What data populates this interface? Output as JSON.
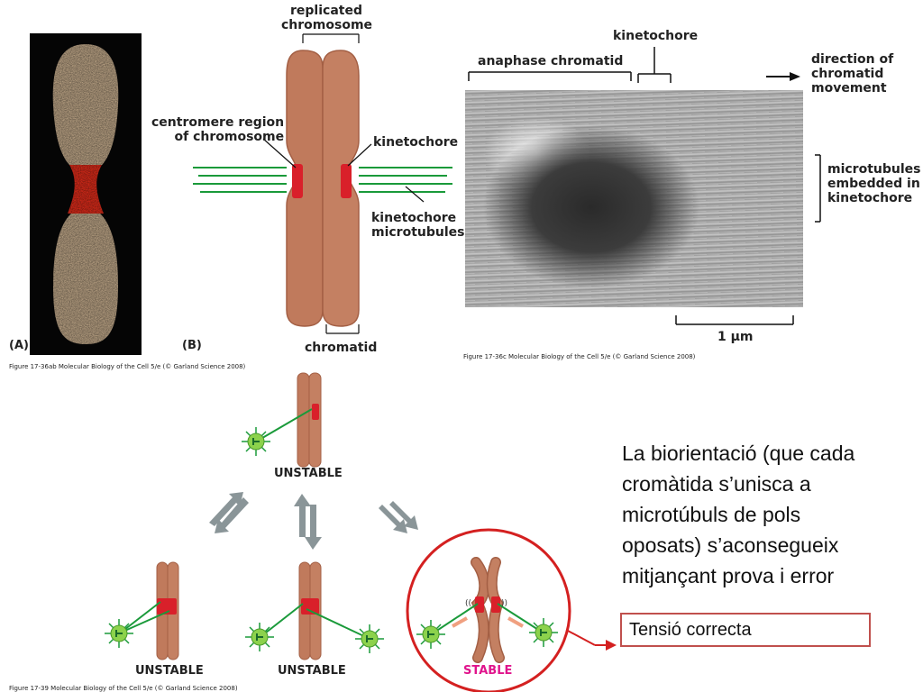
{
  "fig_a": {
    "panel_label": "(A)",
    "credit": "Figure 17-36ab  Molecular Biology of the Cell 5/e (© Garland Science 2008)"
  },
  "fig_b": {
    "panel_label": "(B)",
    "label_replicated": "replicated\nchromosome",
    "label_centromere": "centromere region\nof chromosome",
    "label_kinetochore": "kinetochore",
    "label_kt_microtubules": "kinetochore\nmicrotubules",
    "label_chromatid": "chromatid"
  },
  "fig_c": {
    "label_anaphase": "anaphase chromatid",
    "label_kinetochore": "kinetochore",
    "label_direction": "direction of\nchromatid\nmovement",
    "label_mt_embedded": "microtubules\nembedded in\nkinetochore",
    "scale_bar": "1 μm",
    "credit": "Figure 17-36c  Molecular Biology of the Cell 5/e (© Garland Science 2008)"
  },
  "fig_39": {
    "state_top": "UNSTABLE",
    "state_left": "UNSTABLE",
    "state_middle": "UNSTABLE",
    "state_right": "STABLE",
    "credit": "Figure 17-39  Molecular Biology of the Cell 5/e (© Garland Science 2008)"
  },
  "caption": "La biorientació (que cada cromàtida s’unisca a microtúbuls de pols oposats) s’aconsegueix mitjançant prova i error",
  "tension_label": "Tensió correcta",
  "colors": {
    "chromosome": "#c07a5c",
    "chromosome_edge": "#a35f44",
    "kinetochore": "#d9202a",
    "microtubule": "#1a9a3a",
    "pole": "#8cd24c",
    "stable_text": "#e0148c",
    "highlight": "#d42020",
    "arrows": "#8a9598"
  }
}
